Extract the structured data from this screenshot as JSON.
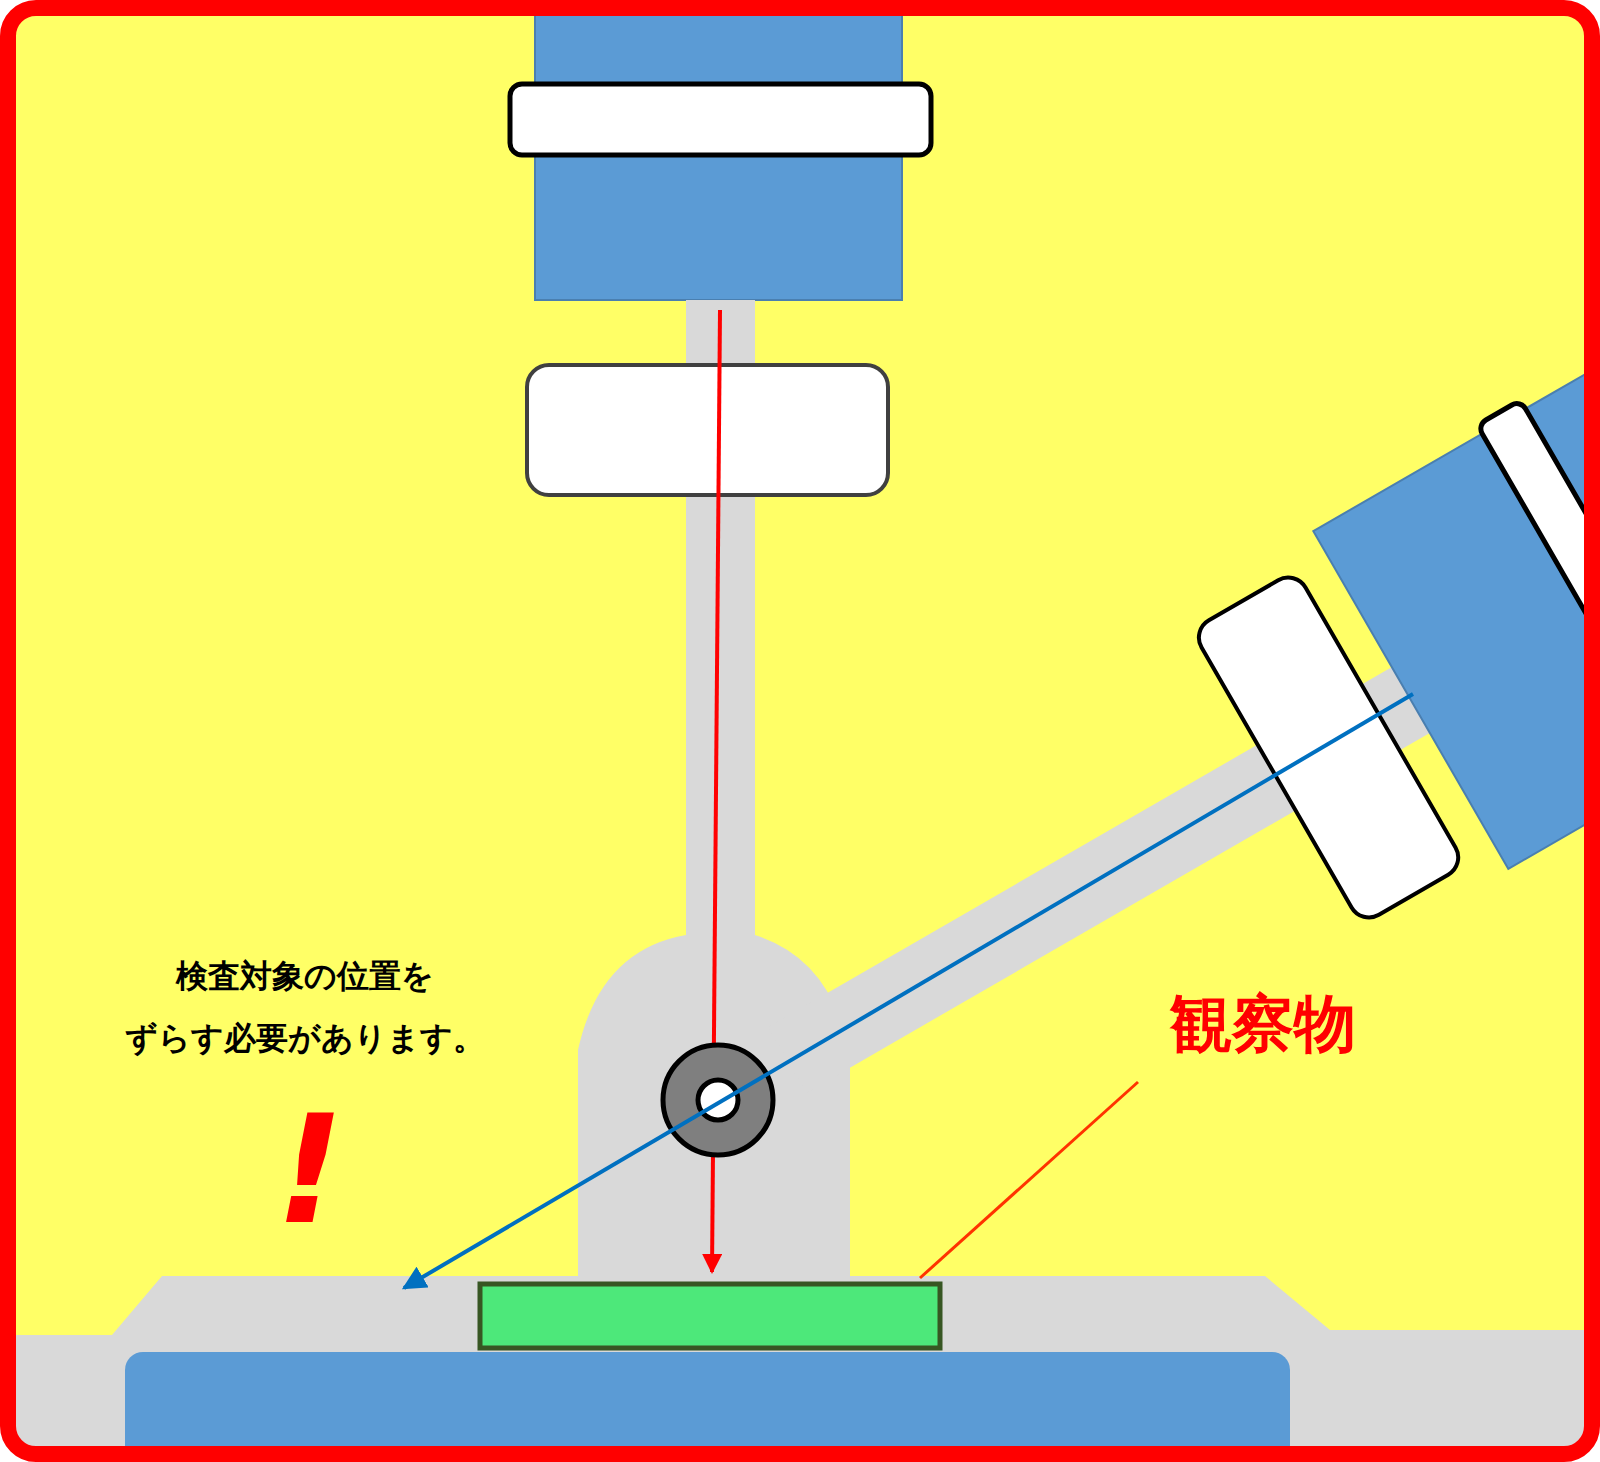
{
  "diagram": {
    "labels": [
      "検査対象の位置を ずらす必要があります。",
      "観察物",
      "!"
    ]
  }
}
